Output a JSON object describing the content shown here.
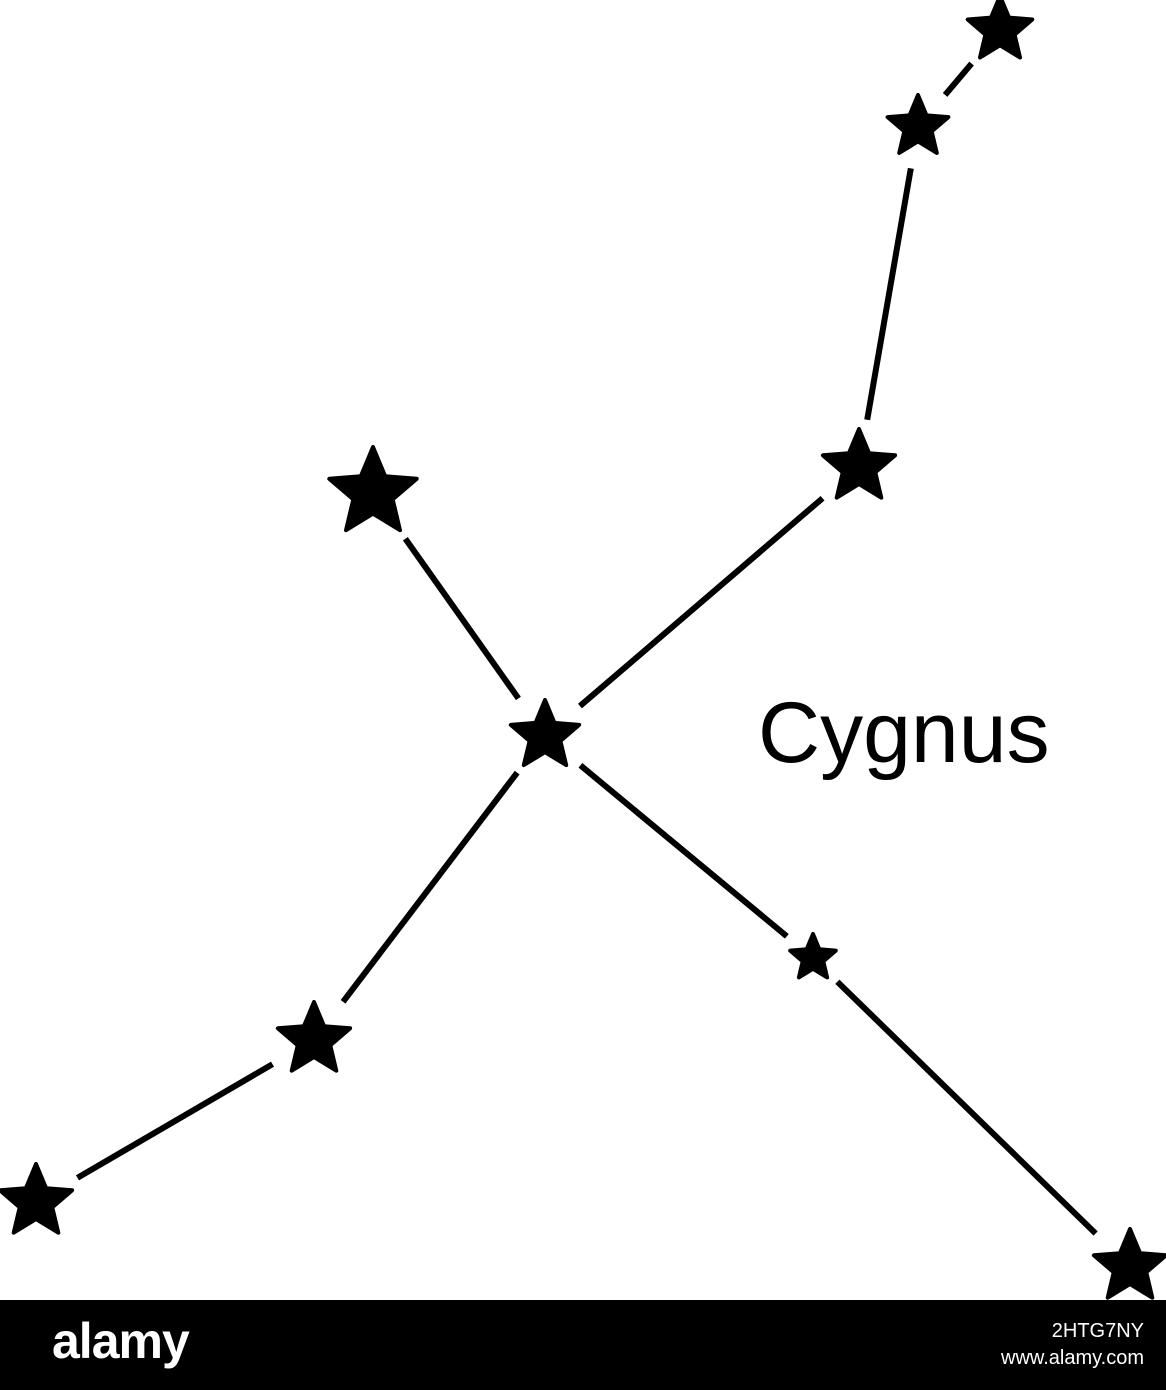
{
  "diagram": {
    "label": "Cygnus",
    "stars": [
      {
        "id": "star-1",
        "name": "star-top-right"
      },
      {
        "id": "star-2",
        "name": "star-upper-neck"
      },
      {
        "id": "star-3",
        "name": "star-right-wing"
      },
      {
        "id": "star-4",
        "name": "star-left-head"
      },
      {
        "id": "star-5",
        "name": "star-center"
      },
      {
        "id": "star-6",
        "name": "star-lower-right-mid"
      },
      {
        "id": "star-7",
        "name": "star-lower-left-mid"
      },
      {
        "id": "star-8",
        "name": "star-bottom-left"
      },
      {
        "id": "star-9",
        "name": "star-bottom-right"
      }
    ],
    "connections": [
      [
        "star-1",
        "star-2"
      ],
      [
        "star-2",
        "star-3"
      ],
      [
        "star-3",
        "star-5"
      ],
      [
        "star-4",
        "star-5"
      ],
      [
        "star-5",
        "star-7"
      ],
      [
        "star-7",
        "star-8"
      ],
      [
        "star-5",
        "star-6"
      ],
      [
        "star-6",
        "star-9"
      ]
    ],
    "line_color": "#000000",
    "star_color": "#000000"
  },
  "watermark": {
    "logo": "alamy",
    "image_id": "2HTG7NY",
    "site": "www.alamy.com"
  }
}
